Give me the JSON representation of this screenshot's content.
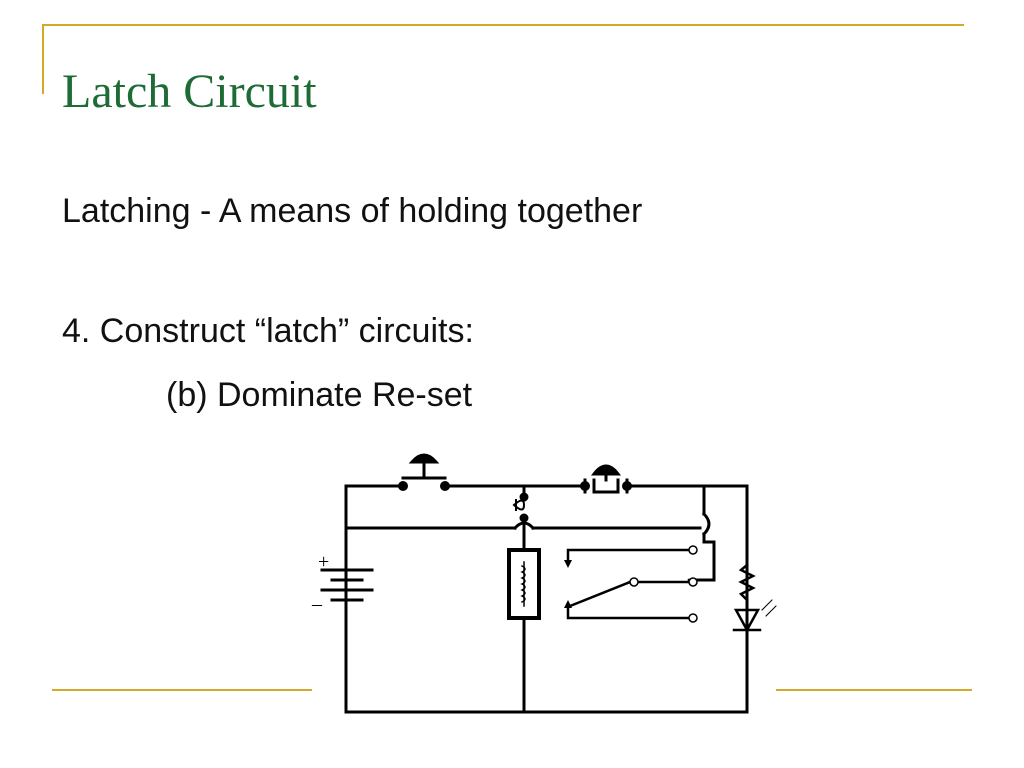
{
  "slide": {
    "title": "Latch Circuit",
    "lines": [
      "Latching - A means of holding together",
      "4. Construct “latch” circuits:",
      "(b) Dominate Re-set"
    ]
  },
  "colors": {
    "accent": "#d6a82a",
    "title": "#1d6b35",
    "text": "#111111"
  },
  "circuit": {
    "battery_plus": "+",
    "battery_minus": "–",
    "icons": [
      "push-button-icon",
      "push-button-icon",
      "relay-coil-icon",
      "relay-contact-icon",
      "resistor-icon",
      "led-icon",
      "battery-icon"
    ]
  }
}
